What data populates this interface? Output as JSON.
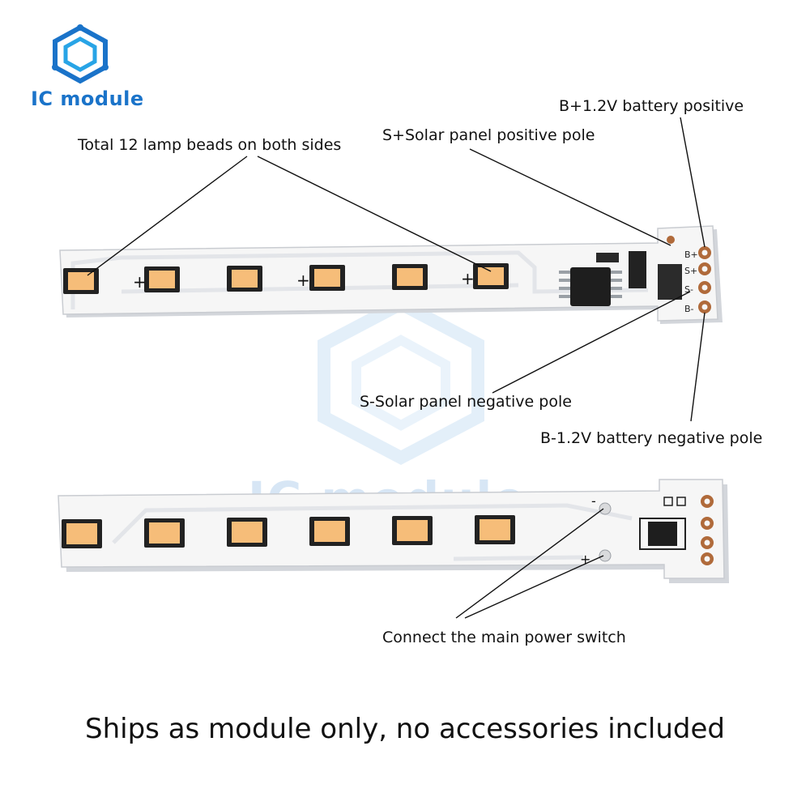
{
  "brand": {
    "name": "IC module",
    "color": "#1a73c9",
    "logo_icon": "hexagon-circuit-logo-icon"
  },
  "watermark": {
    "text": "IC module"
  },
  "labels": {
    "lamp_beads": "Total 12 lamp beads on both sides",
    "solar_positive": "S+Solar panel positive pole",
    "battery_positive": "B+1.2V battery positive",
    "solar_negative": "S-Solar panel negative pole",
    "battery_negative": "B-1.2V battery negative pole",
    "power_switch": "Connect the main power switch"
  },
  "board_top": {
    "pad_marks": [
      "B+",
      "S+",
      "S-",
      "B-"
    ],
    "led_plus_mark": "+"
  },
  "board_bottom": {
    "switch_minus_mark": "-",
    "switch_plus_mark": "+"
  },
  "footer": {
    "text": "Ships as module only, no accessories included"
  },
  "colors": {
    "board": "#f6f6f6",
    "board_edge": "#c9ccd1",
    "trace": "#e0e2e6",
    "led": "#f6bd79",
    "led_core": "#fbd3a2",
    "pad": "#b06a3a",
    "chip": "#1e1e1e",
    "text": "#111111"
  }
}
